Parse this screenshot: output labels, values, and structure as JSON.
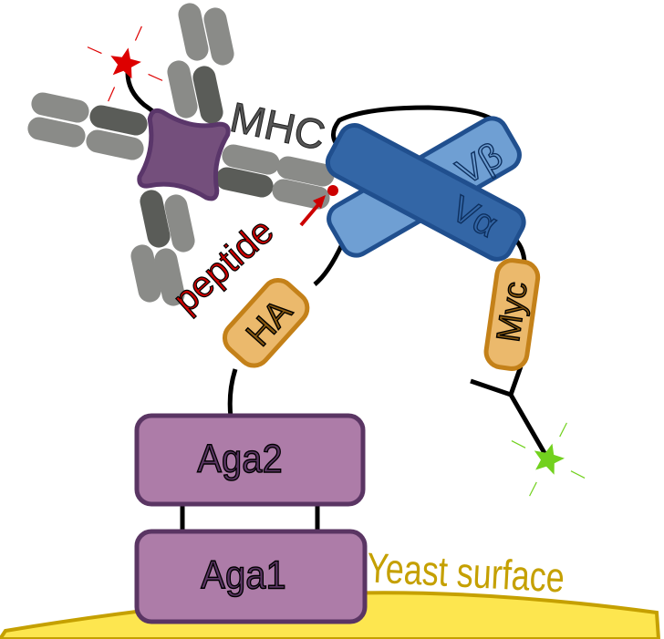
{
  "title": "Yeast surface display of a T-cell receptor binding a peptide-MHC tetramer",
  "colors": {
    "mhc_light": "#8a8b88",
    "mhc_dark": "#5a5c58",
    "streptavidin_fill": "#744f7c",
    "streptavidin_stroke": "#5a366a",
    "tcr_dark_fill": "#3366a6",
    "tcr_light_fill": "#6f9fd3",
    "tcr_stroke": "#204f8e",
    "tag_fill": "#ebb96c",
    "tag_stroke": "#c48119",
    "tag_text": "#8a5a10",
    "aga_fill": "#ad7ca8",
    "aga_stroke": "#5a3563",
    "aga_text": "#5a3563",
    "peptide": "#cc0000",
    "star_red": "#dd0000",
    "star_green": "#72d11e",
    "yeast_fill": "#fde64f",
    "yeast_stroke": "#c5a000",
    "yeast_text": "#c5a000",
    "linker": "#000000"
  },
  "labels": {
    "mhc": "MHC",
    "peptide": "peptide",
    "v_beta": "Vβ",
    "v_alpha": "Vα",
    "ha_tag": "HA",
    "myc_tag": "Myc",
    "aga2": "Aga2",
    "aga1": "Aga1",
    "yeast_surface": "Yeast surface"
  },
  "components": [
    {
      "id": "mhc-tetramer",
      "label": "MHC"
    },
    {
      "id": "streptavidin-core",
      "label": ""
    },
    {
      "id": "fluorophore-red",
      "label": ""
    },
    {
      "id": "tcr-v-beta",
      "label": "Vβ"
    },
    {
      "id": "tcr-v-alpha",
      "label": "Vα"
    },
    {
      "id": "ha-tag",
      "label": "HA"
    },
    {
      "id": "myc-tag",
      "label": "Myc"
    },
    {
      "id": "anti-myc-antibody",
      "label": ""
    },
    {
      "id": "fluorophore-green",
      "label": ""
    },
    {
      "id": "aga2",
      "label": "Aga2"
    },
    {
      "id": "aga1",
      "label": "Aga1"
    },
    {
      "id": "yeast-surface",
      "label": "Yeast surface"
    }
  ]
}
